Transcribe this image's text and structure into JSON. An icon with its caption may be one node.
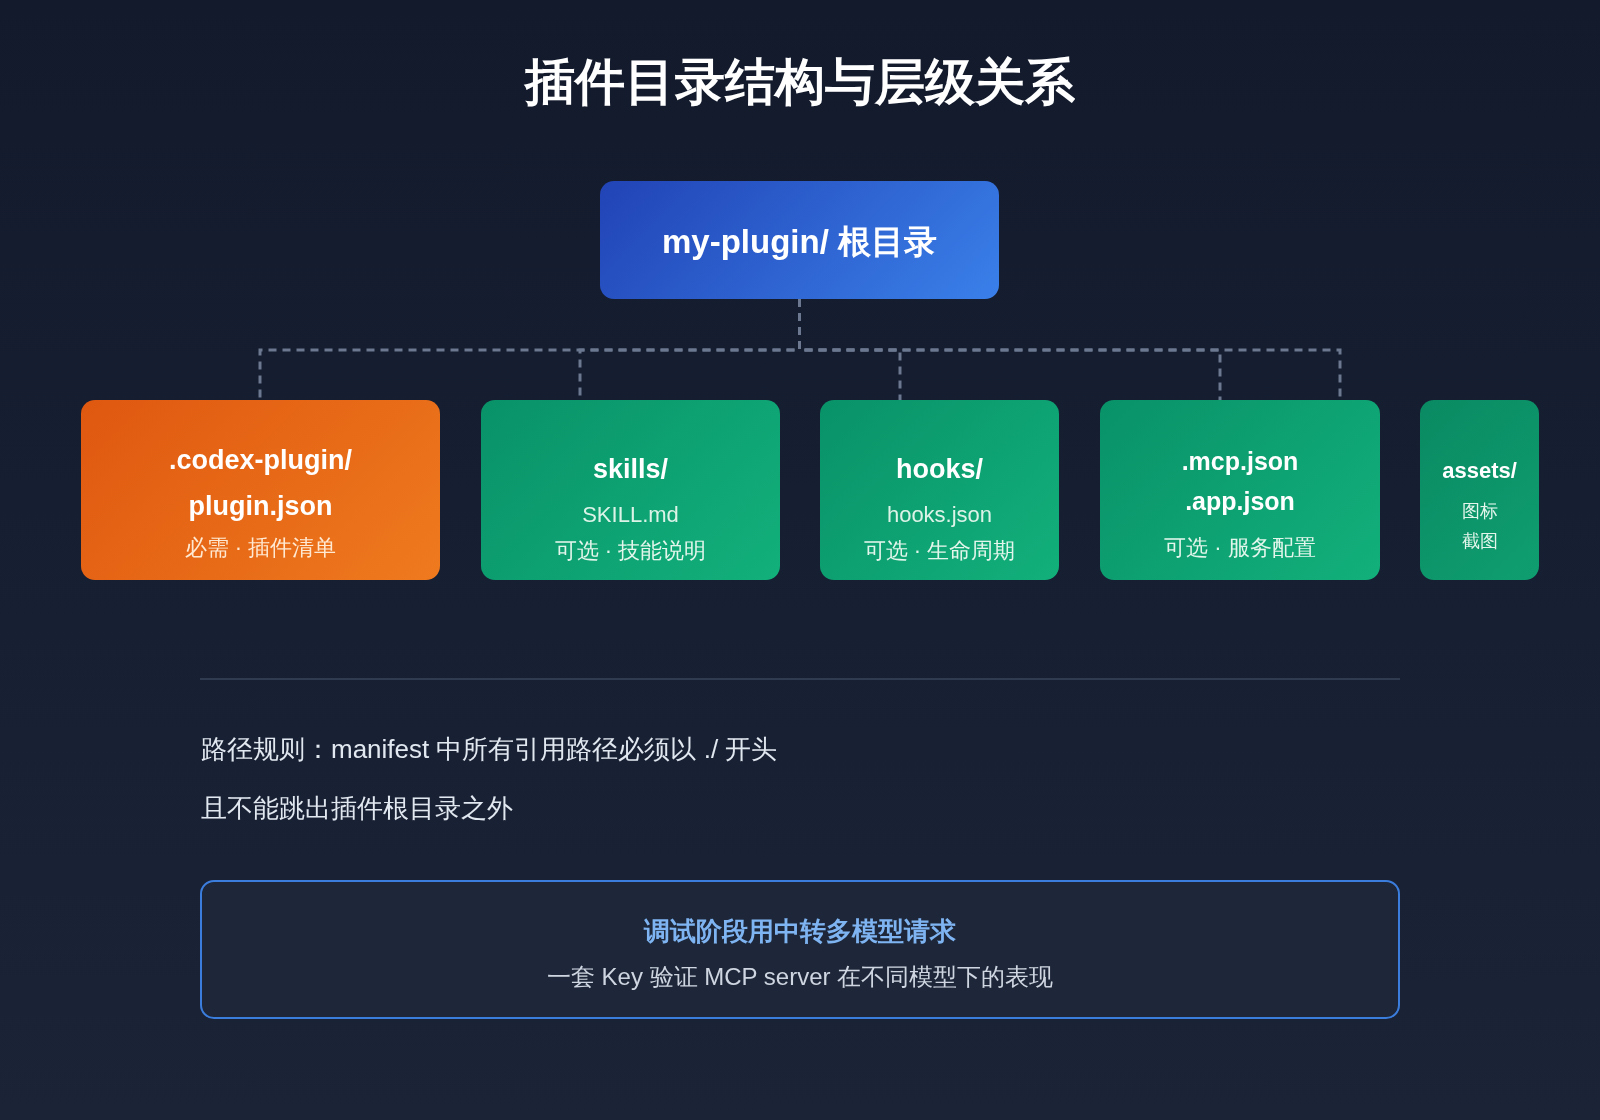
{
  "diagram": {
    "title": "插件目录结构与层级关系",
    "nodes": [
      {
        "text": [
          "my-plugin/ 根目录"
        ]
      },
      {
        "text": [
          ".codex-plugin/",
          "plugin.json",
          "必需 · 插件清单"
        ]
      },
      {
        "text": [
          "skills/",
          "SKILL.md",
          "可选 · 技能说明"
        ]
      },
      {
        "text": [
          "hooks/",
          "hooks.json",
          "可选 · 生命周期"
        ]
      },
      {
        "text": [
          ".mcp.json",
          ".app.json",
          "可选 · 服务配置"
        ]
      },
      {
        "text": [
          "assets/",
          "图标",
          "截图"
        ]
      },
      {
        "text": [
          "调试阶段用中转多模型请求",
          "一套 Key 验证 MCP server 在不同模型下的表现"
        ]
      }
    ],
    "edges": [
      {
        "from": 0,
        "to": 1,
        "arrow": "none",
        "style": "dashed"
      },
      {
        "from": 0,
        "to": 2,
        "arrow": "none",
        "style": "dashed"
      },
      {
        "from": 0,
        "to": 3,
        "arrow": "none",
        "style": "dashed"
      },
      {
        "from": 0,
        "to": 4,
        "arrow": "none",
        "style": "dashed"
      },
      {
        "from": 0,
        "to": 4,
        "arrow": "none",
        "style": "dashed"
      }
    ],
    "labels": [
      "路径规则：manifest 中所有引用路径必须以 ./ 开头",
      "且不能跳出插件根目录之外"
    ]
  }
}
